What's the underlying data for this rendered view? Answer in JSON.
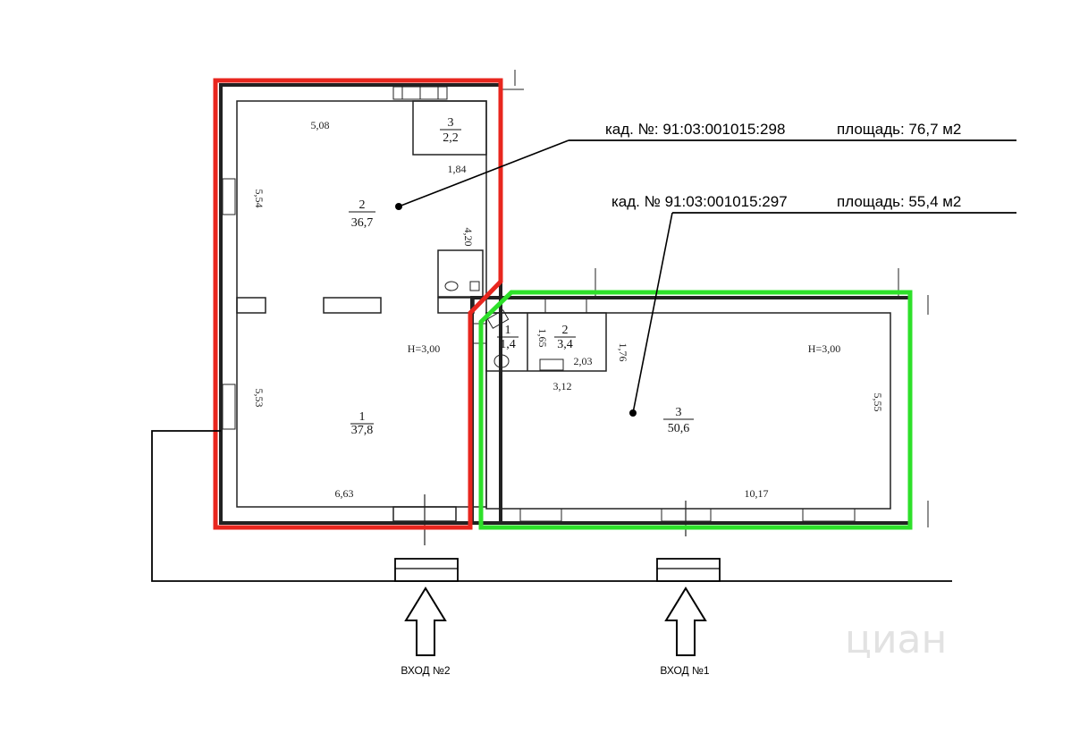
{
  "parcels": [
    {
      "cadastral": "кад. №: 91:03:001015:298",
      "area": "площадь: 76,7 м2",
      "color": "#e8261e"
    },
    {
      "cadastral": "кад. № 91:03:001015:297",
      "area": "площадь: 55,4 м2",
      "color": "#2ee02a"
    }
  ],
  "rooms": [
    {
      "number": "1",
      "area": "37,8"
    },
    {
      "number": "2",
      "area": "36,7"
    },
    {
      "number": "3",
      "area": "2,2"
    },
    {
      "number": "1",
      "area": "1,4"
    },
    {
      "number": "2",
      "area": "3,4"
    },
    {
      "number": "3",
      "area": "50,6"
    }
  ],
  "dimensions": {
    "d508": "5,08",
    "d554": "5,54",
    "d184": "1,84",
    "d420": "4,20",
    "d553": "5,53",
    "d663": "6,63",
    "d165": "1,65",
    "d203": "2,03",
    "d176": "1,76",
    "d312": "3,12",
    "d555": "5,55",
    "d1017": "10,17"
  },
  "heights": {
    "left": "Н=3,00",
    "right": "Н=3,00"
  },
  "entrances": {
    "entrance2": "ВХОД №2",
    "entrance1": "ВХОД №1"
  },
  "watermark": "циан"
}
